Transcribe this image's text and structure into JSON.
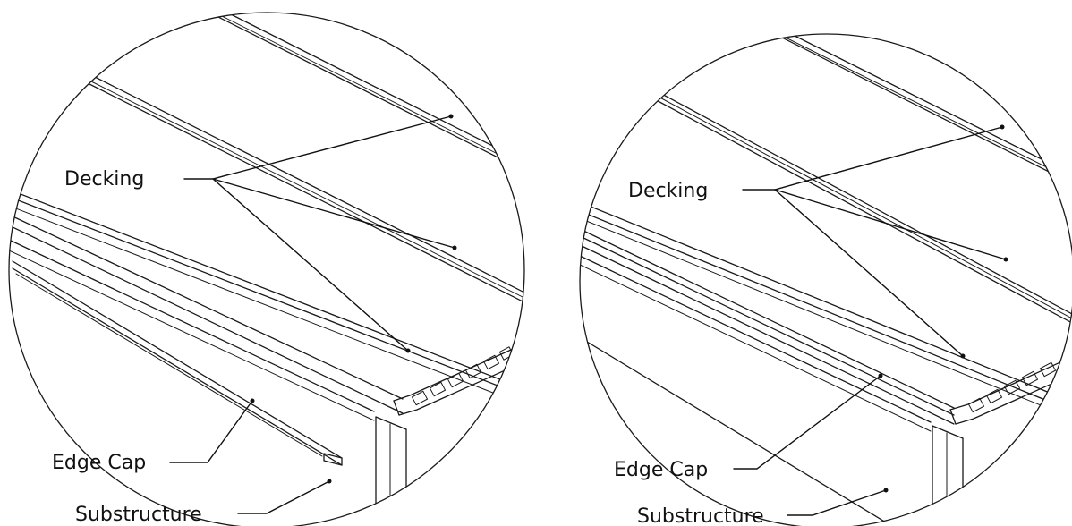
{
  "figures": [
    {
      "labels": {
        "decking": "Decking",
        "edge_cap": "Edge Cap",
        "substructure": "Substructure"
      }
    },
    {
      "labels": {
        "decking": "Decking",
        "edge_cap": "Edge Cap",
        "substructure": "Substructure"
      }
    }
  ],
  "colors": {
    "line": "#1a1a1a",
    "background": "#ffffff"
  }
}
